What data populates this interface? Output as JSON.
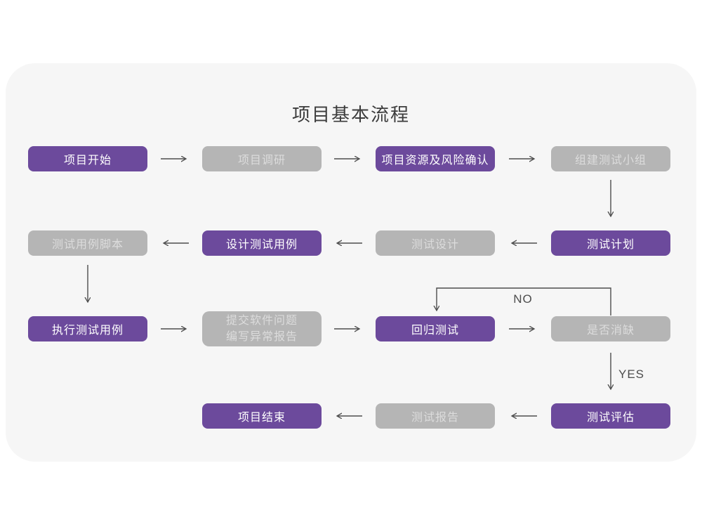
{
  "title": "项目基本流程",
  "colors": {
    "purple": "#6C4A9C",
    "gray": "#B5B5B5",
    "gray_text": "#DCDCDC",
    "purple_text": "#FFFFFF",
    "arrow": "#4D4D4D",
    "card_bg": "#F6F6F6",
    "page_bg": "#FFFFFF",
    "title_color": "#3C3C3C"
  },
  "nodes": {
    "project_start": {
      "label": "项目开始",
      "style": "purple"
    },
    "project_research": {
      "label": "项目调研",
      "style": "gray"
    },
    "resource_risk": {
      "label": "项目资源及风险确认",
      "style": "purple"
    },
    "build_team": {
      "label": "组建测试小组",
      "style": "gray"
    },
    "test_plan": {
      "label": "测试计划",
      "style": "purple"
    },
    "test_design": {
      "label": "测试设计",
      "style": "gray"
    },
    "design_cases": {
      "label": "设计测试用例",
      "style": "purple"
    },
    "case_script": {
      "label": "测试用例脚本",
      "style": "gray"
    },
    "execute_cases": {
      "label": "执行测试用例",
      "style": "purple"
    },
    "submit_issues": {
      "line1": "提交软件问题",
      "line2": "编写异常报告",
      "style": "gray"
    },
    "regression_test": {
      "label": "回归测试",
      "style": "purple"
    },
    "defect_cleared": {
      "label": "是否消缺",
      "style": "gray"
    },
    "test_evaluate": {
      "label": "测试评估",
      "style": "purple"
    },
    "test_report": {
      "label": "测试报告",
      "style": "gray"
    },
    "project_end": {
      "label": "项目结束",
      "style": "purple"
    }
  },
  "edge_labels": {
    "no": "NO",
    "yes": "YES"
  },
  "edges": [
    {
      "from": "project_start",
      "to": "project_research",
      "label": ""
    },
    {
      "from": "project_research",
      "to": "resource_risk",
      "label": ""
    },
    {
      "from": "resource_risk",
      "to": "build_team",
      "label": ""
    },
    {
      "from": "build_team",
      "to": "test_plan",
      "label": ""
    },
    {
      "from": "test_plan",
      "to": "test_design",
      "label": ""
    },
    {
      "from": "test_design",
      "to": "design_cases",
      "label": ""
    },
    {
      "from": "design_cases",
      "to": "case_script",
      "label": ""
    },
    {
      "from": "case_script",
      "to": "execute_cases",
      "label": ""
    },
    {
      "from": "execute_cases",
      "to": "submit_issues",
      "label": ""
    },
    {
      "from": "submit_issues",
      "to": "regression_test",
      "label": ""
    },
    {
      "from": "regression_test",
      "to": "defect_cleared",
      "label": ""
    },
    {
      "from": "defect_cleared",
      "to": "regression_test",
      "label": "NO"
    },
    {
      "from": "defect_cleared",
      "to": "test_evaluate",
      "label": "YES"
    },
    {
      "from": "test_evaluate",
      "to": "test_report",
      "label": ""
    },
    {
      "from": "test_report",
      "to": "project_end",
      "label": ""
    }
  ]
}
